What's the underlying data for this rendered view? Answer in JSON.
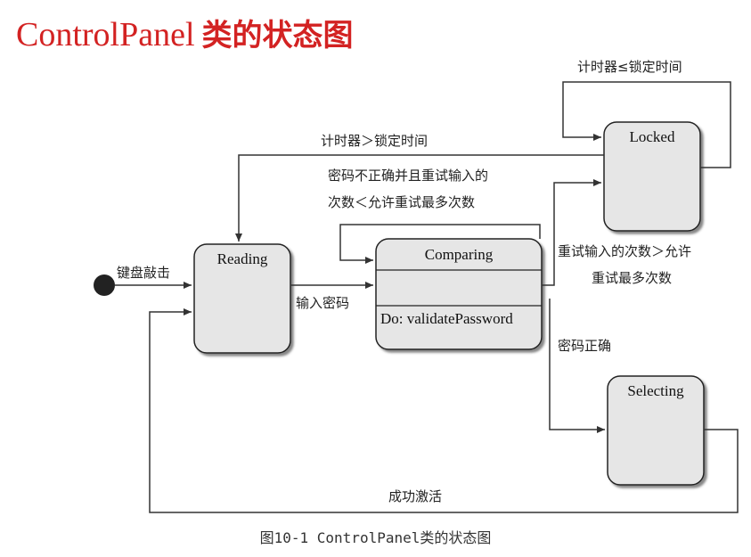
{
  "title": {
    "part1": "ControlPanel",
    "part2": "类的状态图"
  },
  "states": {
    "reading": "Reading",
    "comparing": "Comparing",
    "comparing_activity": "Do: validatePassword",
    "locked": "Locked",
    "selecting": "Selecting"
  },
  "transitions": {
    "keyboard_hit": "键盘敲击",
    "input_password": "输入密码",
    "timer_gt_locktime": "计时器＞锁定时间",
    "timer_le_locktime": "计时器≤锁定时间",
    "wrong_retry_line1": "密码不正确并且重试输入的",
    "wrong_retry_line2": "次数＜允许重试最多次数",
    "exceed_line1": "重试输入的次数＞允许",
    "exceed_line2": "重试最多次数",
    "password_correct": "密码正确",
    "activate_success": "成功激活"
  },
  "caption": "图10-1 ControlPanel类的状态图",
  "colors": {
    "title": "#d32222",
    "state_fill": "#e6e6e6",
    "line": "#333333"
  }
}
